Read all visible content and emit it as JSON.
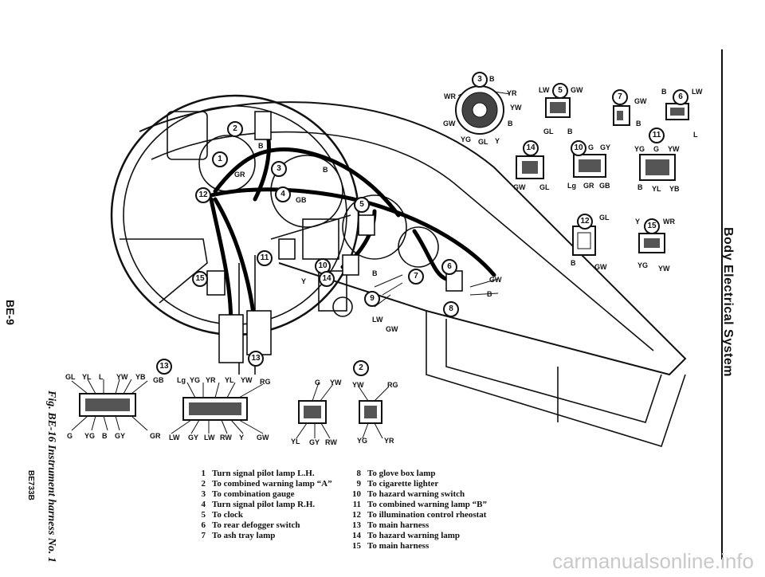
{
  "side_title": "Body Electrical System",
  "page_number": "BE-9",
  "figure_caption": "Fig. BE-16 Instrument harness No. 1",
  "figure_code": "BE733B",
  "watermark": "carmanualsonline.info",
  "legend_left": [
    {
      "num": "1",
      "text": "Turn signal pilot lamp L.H."
    },
    {
      "num": "2",
      "text": "To combined warning lamp “A”"
    },
    {
      "num": "3",
      "text": "To combination gauge"
    },
    {
      "num": "4",
      "text": "Turn signal pilot lamp R.H."
    },
    {
      "num": "5",
      "text": "To clock"
    },
    {
      "num": "6",
      "text": "To rear defogger switch"
    },
    {
      "num": "7",
      "text": "To ash tray lamp"
    }
  ],
  "legend_right": [
    {
      "num": "8",
      "text": "To glove box lamp"
    },
    {
      "num": "9",
      "text": "To cigarette lighter"
    },
    {
      "num": "10",
      "text": "To hazard warning switch"
    },
    {
      "num": "11",
      "text": "To combined warning lamp “B”"
    },
    {
      "num": "12",
      "text": "To illumination control rheostat"
    },
    {
      "num": "13",
      "text": "To main harness"
    },
    {
      "num": "14",
      "text": "To hazard warning lamp"
    },
    {
      "num": "15",
      "text": "To main harness"
    }
  ],
  "connectors": {
    "c3": {
      "num": "3",
      "wires": [
        "B",
        "WR",
        "YR",
        "YW",
        "GW",
        "B",
        "YG",
        "GL",
        "Y"
      ]
    },
    "c5": {
      "num": "5",
      "wires": [
        "LW",
        "GW",
        "GL",
        "B"
      ]
    },
    "c7": {
      "num": "7",
      "wires": [
        "GW",
        "B"
      ]
    },
    "c6": {
      "num": "6",
      "wires": [
        "B",
        "LW",
        "L"
      ]
    },
    "c14": {
      "num": "14",
      "wires": [
        "GW",
        "GL"
      ]
    },
    "c10": {
      "num": "10",
      "wires": [
        "G",
        "GY",
        "Lg",
        "GR",
        "GB"
      ]
    },
    "c11": {
      "num": "11",
      "wires": [
        "YG",
        "G",
        "YW",
        "B",
        "YL",
        "YB"
      ]
    },
    "c12": {
      "num": "12",
      "wires": [
        "GL",
        "B",
        "GW"
      ]
    },
    "c15": {
      "num": "15",
      "wires": [
        "Y",
        "WR",
        "YG",
        "YW"
      ]
    },
    "c13": {
      "num": "13",
      "wires": [
        "GL",
        "YL",
        "L",
        "YW",
        "YB",
        "GB",
        "G",
        "YG",
        "B",
        "GY",
        "GR"
      ]
    },
    "c13b": {
      "wires": [
        "Lg",
        "YG",
        "YR",
        "YL",
        "YW",
        "RG",
        "LW",
        "GY",
        "LW",
        "RW",
        "Y",
        "GW"
      ]
    },
    "c2": {
      "num": "2",
      "wires": [
        "G",
        "YW",
        "YL",
        "GY",
        "RW"
      ]
    },
    "c2b": {
      "wires": [
        "YW",
        "RG",
        "YG",
        "YR"
      ]
    }
  },
  "harness_callouts": [
    "1",
    "2",
    "3",
    "4",
    "5",
    "6",
    "7",
    "8",
    "9",
    "10",
    "11",
    "12",
    "13",
    "14",
    "15"
  ],
  "harness_wire_labels": [
    "B",
    "GR",
    "B",
    "GB",
    "Y",
    "B",
    "LW",
    "GW",
    "GW",
    "B"
  ]
}
